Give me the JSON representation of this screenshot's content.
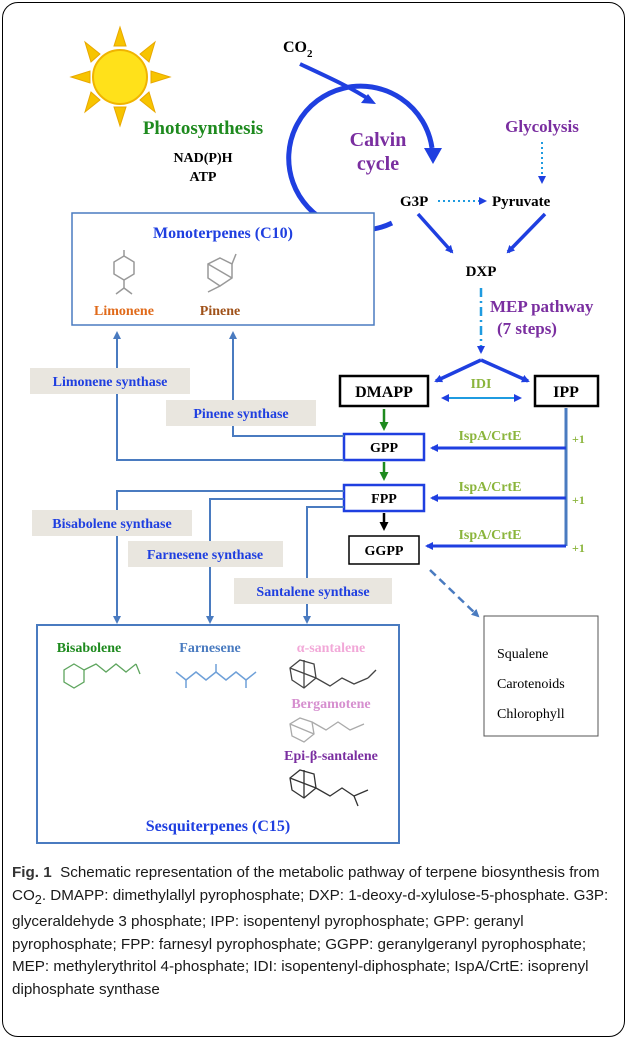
{
  "diagram": {
    "co2": "CO",
    "co2_sub": "2",
    "photosynthesis": "Photosynthesis",
    "nadph": "NAD(P)H",
    "atp": "ATP",
    "calvin_line1": "Calvin",
    "calvin_line2": "cycle",
    "glycolysis": "Glycolysis",
    "g3p": "G3P",
    "pyruvate": "Pyruvate",
    "dxp": "DXP",
    "mep_line1": "MEP pathway",
    "mep_line2": "(7 steps)",
    "monoterpenes_title": "Monoterpenes (C10)",
    "limonene": "Limonene",
    "pinene": "Pinene",
    "limonene_synthase": "Limonene synthase",
    "pinene_synthase": "Pinene synthase",
    "dmapp": "DMAPP",
    "idi": "IDI",
    "ipp": "IPP",
    "gpp": "GPP",
    "fpp": "FPP",
    "ggpp": "GGPP",
    "ispa1": "IspA/CrtE",
    "ispa2": "IspA/CrtE",
    "ispa3": "IspA/CrtE",
    "plus1_a": "+1",
    "plus1_b": "+1",
    "plus1_c": "+1",
    "bisabolene_synthase": "Bisabolene synthase",
    "farnesene_synthase": "Farnesene synthase",
    "santalene_synthase": "Santalene synthase",
    "bisabolene": "Bisabolene",
    "farnesene": "Farnesene",
    "alpha_santalene": "α-santalene",
    "bergamotene": "Bergamotene",
    "epi_santalene": "Epi-β-santalene",
    "sesquiterpenes_title": "Sesquiterpenes (C15)",
    "squalene": "Squalene",
    "carotenoids": "Carotenoids",
    "chlorophyll": "Chlorophyll"
  },
  "caption": {
    "label": "Fig. 1",
    "text_a": "Schematic representation of the metabolic pathway of terpene biosynthesis from CO",
    "sub": "2",
    "text_b": ". DMAPP: dimethylallyl pyrophosphate; DXP: 1-deoxy-d-xylulose-5-phosphate. G3P: glyceraldehyde 3 phosphate; IPP: isopentenyl pyrophosphate; GPP: geranyl pyrophosphate; FPP: farnesyl pyrophosphate; GGPP: geranylgeranyl pyrophosphate; MEP: methylerythritol 4-phosphate; IDI: isopentenyl-diphosphate; IspA/CrtE: isoprenyl diphosphate synthase"
  },
  "colors": {
    "blue": "#1f3fe0",
    "steel": "#4a7bc0",
    "green": "#1e8a1e",
    "purple": "#7a2ea0",
    "orange": "#e06a1a",
    "lime": "#8bb53c"
  }
}
